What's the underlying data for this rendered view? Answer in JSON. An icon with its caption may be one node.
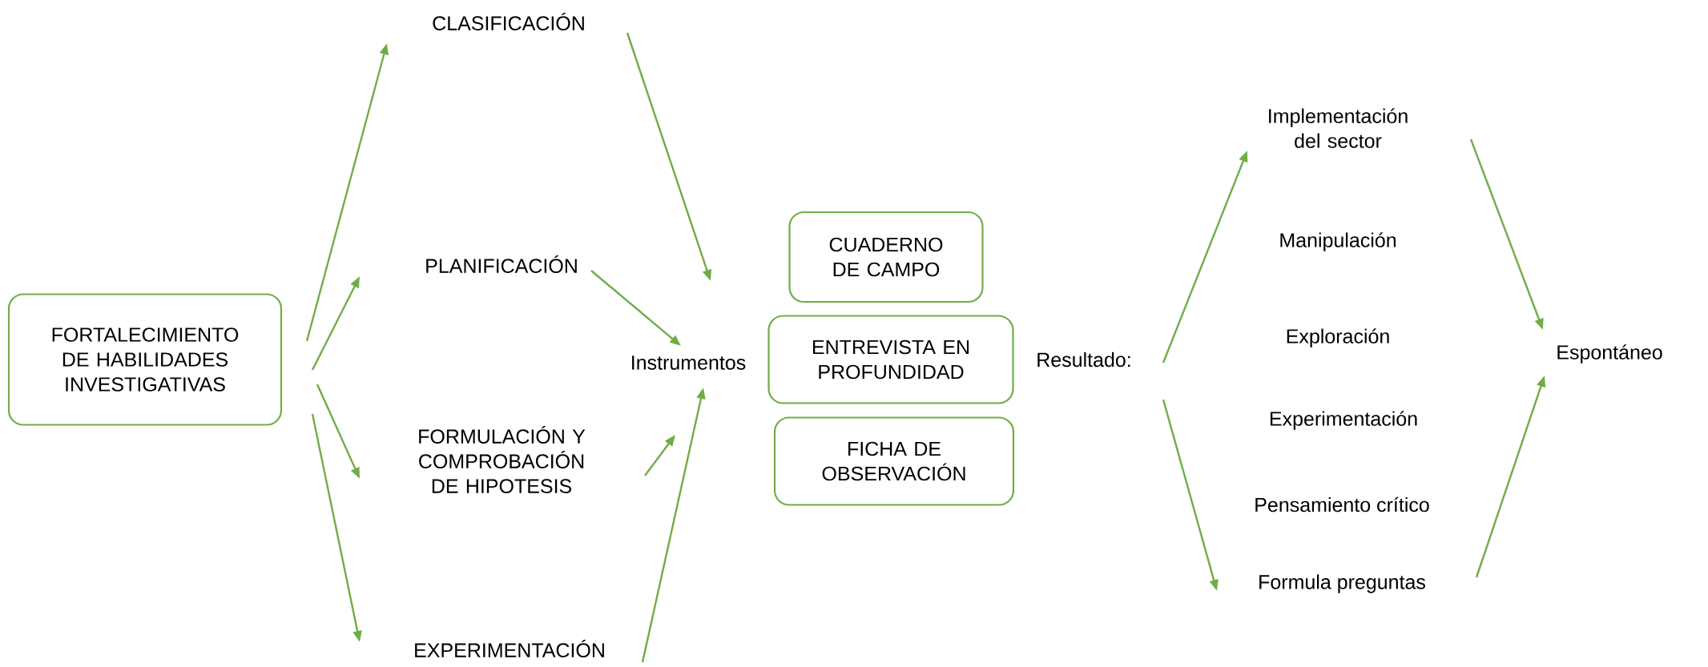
{
  "diagram": {
    "nodes": [
      {
        "text": [
          "FORTALECIMIENTO DE HABILIDADES INVESTIGATIVAS"
        ]
      },
      {
        "text": [
          "CLASIFICACIÓN"
        ]
      },
      {
        "text": [
          "PLANIFICACIÓN"
        ]
      },
      {
        "text": [
          "FORMULACIÓN Y COMPROBACIÓN DE HIPOTESIS"
        ]
      },
      {
        "text": [
          "EXPERIMENTACIÓN"
        ]
      },
      {
        "text": [
          "Instrumentos"
        ]
      },
      {
        "text": [
          "CUADERNO DE CAMPO"
        ]
      },
      {
        "text": [
          "ENTREVISTA EN PROFUNDIDAD"
        ]
      },
      {
        "text": [
          "FICHA DE OBSERVACIÓN"
        ]
      },
      {
        "text": [
          "Resultado:"
        ]
      },
      {
        "text": [
          "Implementación del sector"
        ]
      },
      {
        "text": [
          "Manipulación"
        ]
      },
      {
        "text": [
          "Exploración"
        ]
      },
      {
        "text": [
          "Experimentación"
        ]
      },
      {
        "text": [
          "Pensamiento crítico"
        ]
      },
      {
        "text": [
          "Formula preguntas"
        ]
      },
      {
        "text": [
          "Espontáneo"
        ]
      }
    ],
    "edges": [
      {
        "from": 0,
        "to": 1,
        "arrow": "to"
      },
      {
        "from": 0,
        "to": 2,
        "arrow": "to"
      },
      {
        "from": 0,
        "to": 3,
        "arrow": "to"
      },
      {
        "from": 0,
        "to": 4,
        "arrow": "to"
      },
      {
        "from": 1,
        "to": 5,
        "arrow": "to"
      },
      {
        "from": 2,
        "to": 5,
        "arrow": "to"
      },
      {
        "from": 3,
        "to": 5,
        "arrow": "to"
      },
      {
        "from": 4,
        "to": 5,
        "arrow": "to"
      },
      {
        "from": 9,
        "to": 10,
        "arrow": "to"
      },
      {
        "from": 9,
        "to": 15,
        "arrow": "to"
      },
      {
        "from": 10,
        "to": 16,
        "arrow": "to"
      },
      {
        "from": 15,
        "to": 16,
        "arrow": "to"
      }
    ]
  }
}
